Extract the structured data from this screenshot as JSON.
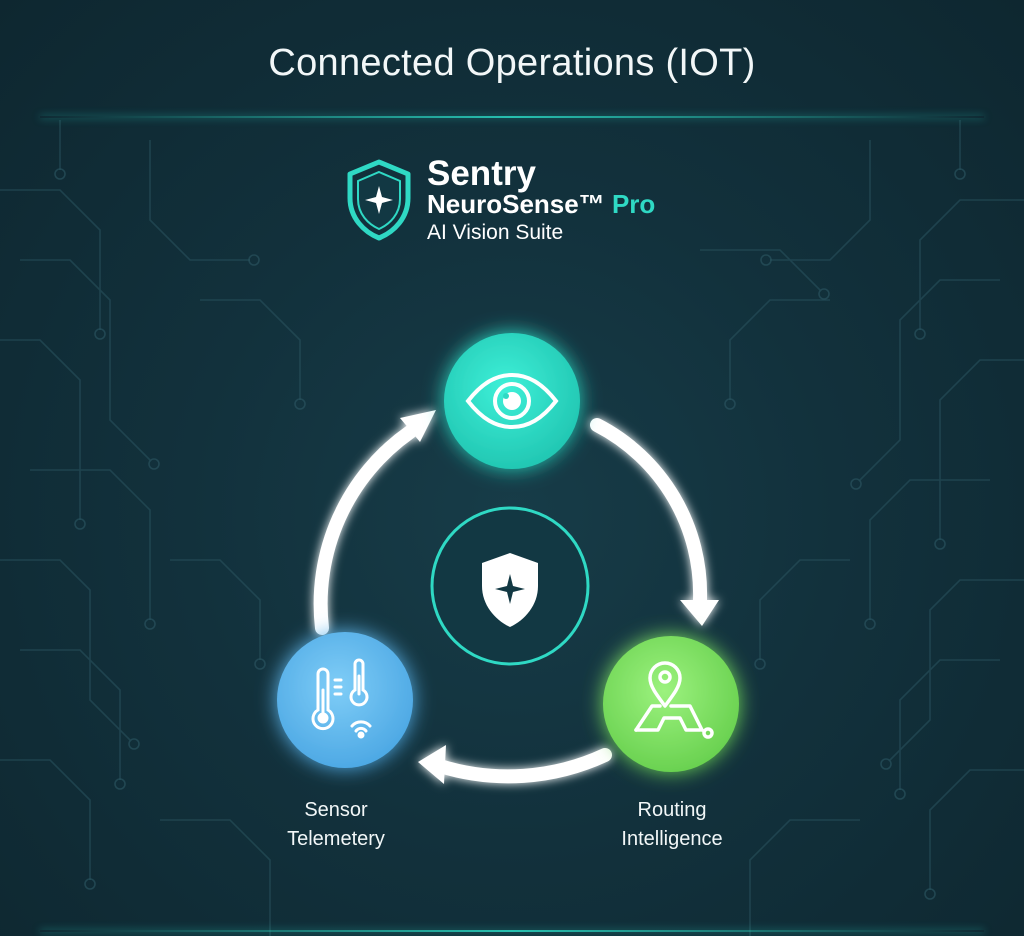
{
  "header": {
    "title": "Connected Operations (IOT)"
  },
  "brand": {
    "name": "Sentry",
    "product": "NeuroSense™",
    "tier": "Pro",
    "tagline": "AI Vision Suite",
    "logo_icon": "shield-star-icon",
    "accent_color": "#2fd9c4"
  },
  "cycle": {
    "center_icon": "shield-star-icon",
    "nodes": [
      {
        "id": "vision",
        "icon": "eye-icon",
        "color": "#2fd9c4",
        "label_lines": []
      },
      {
        "id": "routing",
        "icon": "map-pin-route-icon",
        "color": "#7ee060",
        "label_lines": [
          "Routing",
          "Intelligence"
        ]
      },
      {
        "id": "sensor",
        "icon": "thermometer-wifi-icon",
        "color": "#5cb8ef",
        "label_lines": [
          "Sensor",
          "Telemetery"
        ]
      }
    ],
    "flow_direction": "clockwise"
  }
}
